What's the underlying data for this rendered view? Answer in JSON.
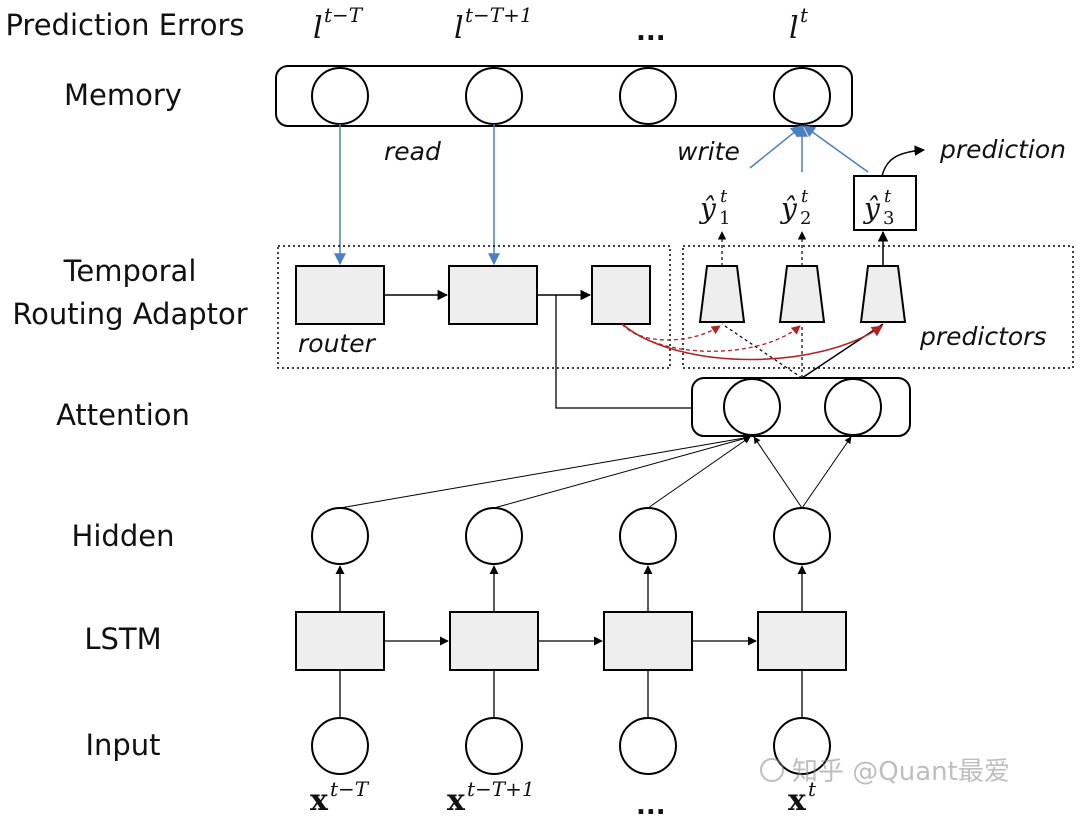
{
  "rows": {
    "prediction_errors": "Prediction Errors",
    "memory": "Memory",
    "tra_line1": "Temporal",
    "tra_line2": "Routing Adaptor",
    "attention": "Attention",
    "hidden": "Hidden",
    "lstm": "LSTM",
    "input": "Input"
  },
  "errors": {
    "first_base": "l",
    "first_sup": "t−T",
    "second_base": "l",
    "second_sup": "t−T+1",
    "ellipsis": "...",
    "last_base": "l",
    "last_sup": "t"
  },
  "inputs": {
    "first_base": "x",
    "first_sup": "t−T",
    "second_base": "x",
    "second_sup": "t−T+1",
    "ellipsis": "...",
    "last_base": "x",
    "last_sup": "t"
  },
  "labels": {
    "read": "read",
    "write": "write",
    "prediction": "prediction",
    "router": "router",
    "predictors": "predictors"
  },
  "outputs": {
    "y_base": "ŷ",
    "y1_sup": "t",
    "y1_sub": "1",
    "y2_sup": "t",
    "y2_sub": "2",
    "y3_sup": "t",
    "y3_sub": "3"
  },
  "watermark": "知乎 @Quant最爱",
  "colors": {
    "read_write_arrows": "#4a7fc1",
    "routing_arrows": "#c0392b",
    "box_fill": "#eeeeee",
    "stroke": "#000000"
  }
}
